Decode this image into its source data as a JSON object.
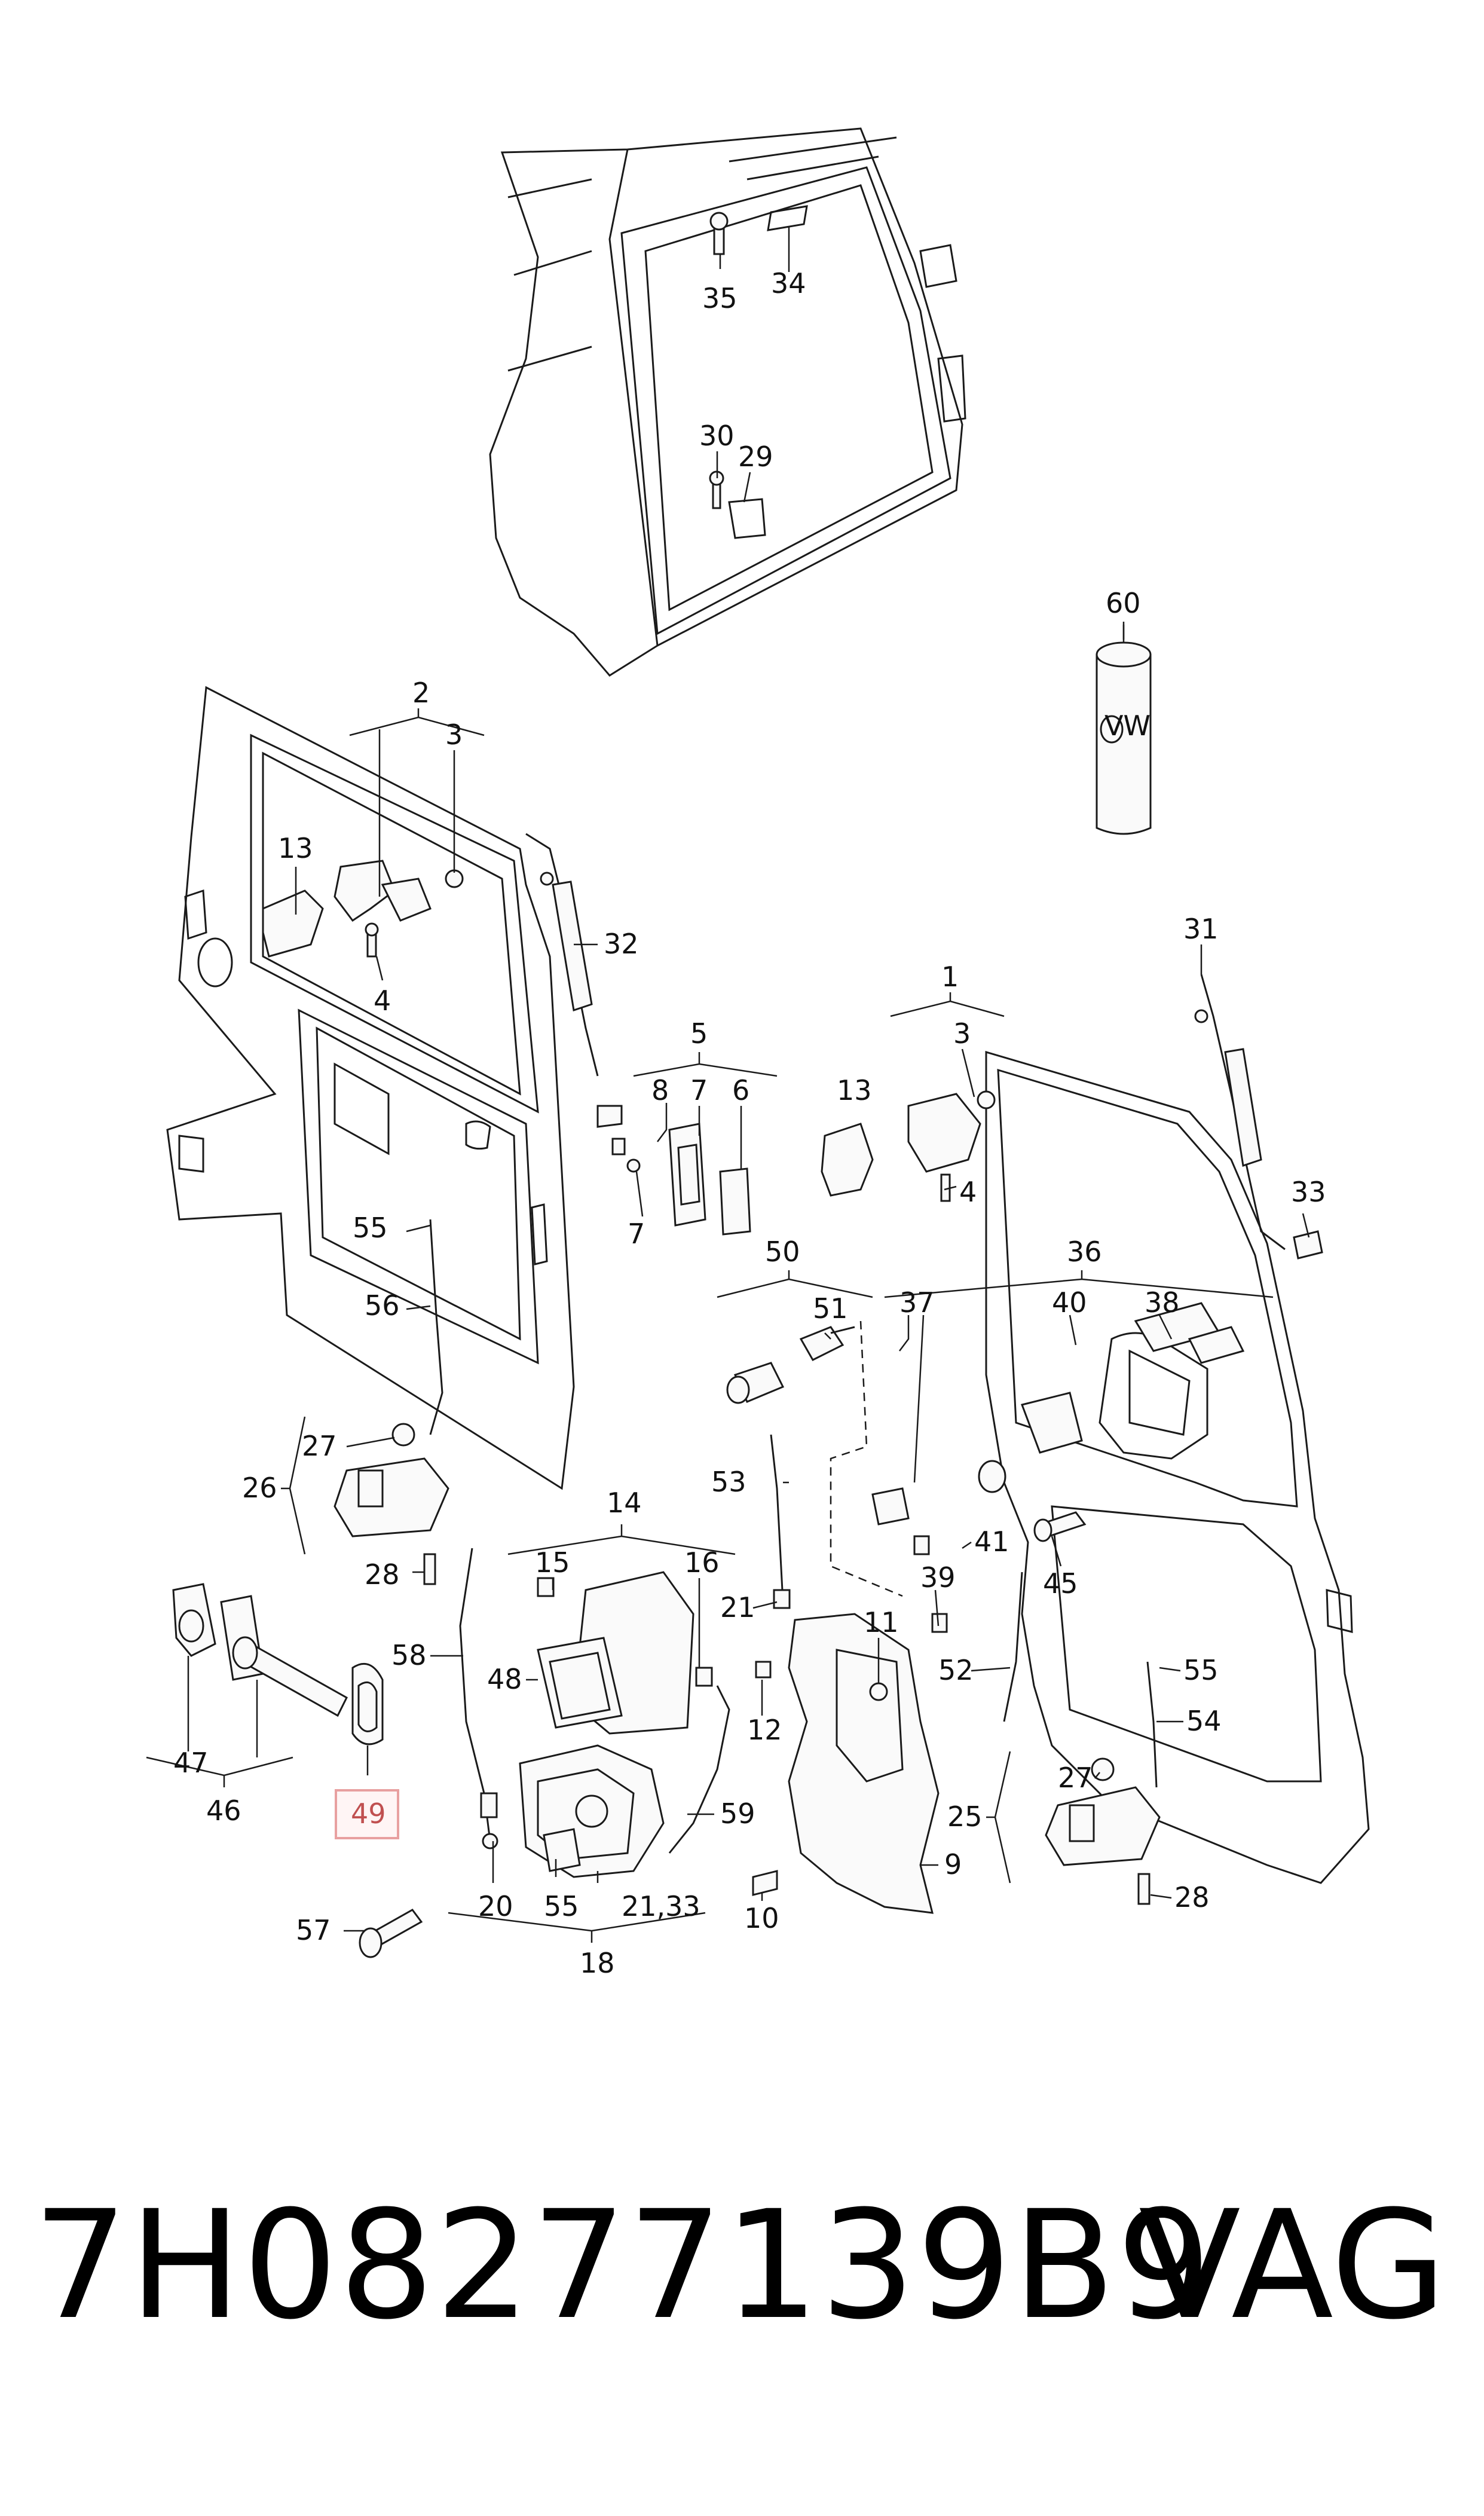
{
  "diagram": {
    "callouts": [
      "2",
      "3",
      "13",
      "4",
      "32",
      "5",
      "8",
      "7",
      "6",
      "7",
      "55",
      "56",
      "27",
      "26",
      "28",
      "14",
      "15",
      "16",
      "58",
      "48",
      "47",
      "46",
      "49",
      "59",
      "20",
      "55",
      "21,33",
      "18",
      "57",
      "60",
      "35",
      "34",
      "30",
      "29",
      "1",
      "3",
      "13",
      "4",
      "31",
      "33",
      "50",
      "51",
      "53",
      "21",
      "11",
      "12",
      "9",
      "10",
      "36",
      "37",
      "40",
      "38",
      "41",
      "39",
      "45",
      "52",
      "55",
      "54",
      "27",
      "25",
      "28"
    ],
    "highlighted_callout": "49",
    "highlight_color": "#e8a0a0",
    "logo_text": "VW"
  },
  "footer": {
    "part_number": "7H08277139B9",
    "brand": "VAG"
  }
}
